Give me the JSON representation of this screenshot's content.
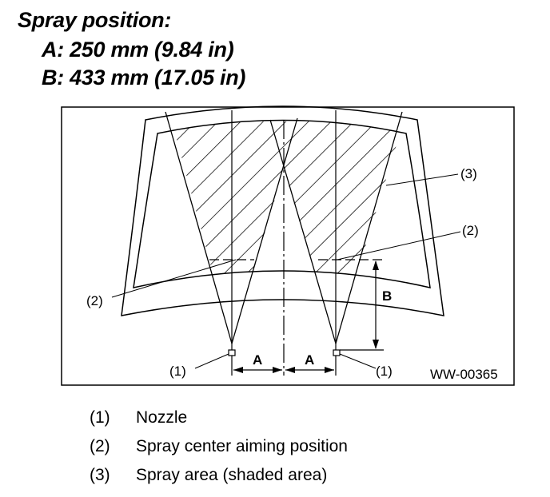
{
  "heading": {
    "title": "Spray position:",
    "spec_a": "A: 250 mm (9.84 in)",
    "spec_b": "B: 433 mm (17.05 in)"
  },
  "diagram": {
    "label_a": "A",
    "label_b": "B",
    "callout_1": "(1)",
    "callout_2": "(2)",
    "callout_3": "(3)",
    "figure_code": "WW-00365"
  },
  "legend": [
    {
      "num": "(1)",
      "text": "Nozzle"
    },
    {
      "num": "(2)",
      "text": "Spray center aiming position"
    },
    {
      "num": "(3)",
      "text": "Spray area (shaded area)"
    }
  ]
}
